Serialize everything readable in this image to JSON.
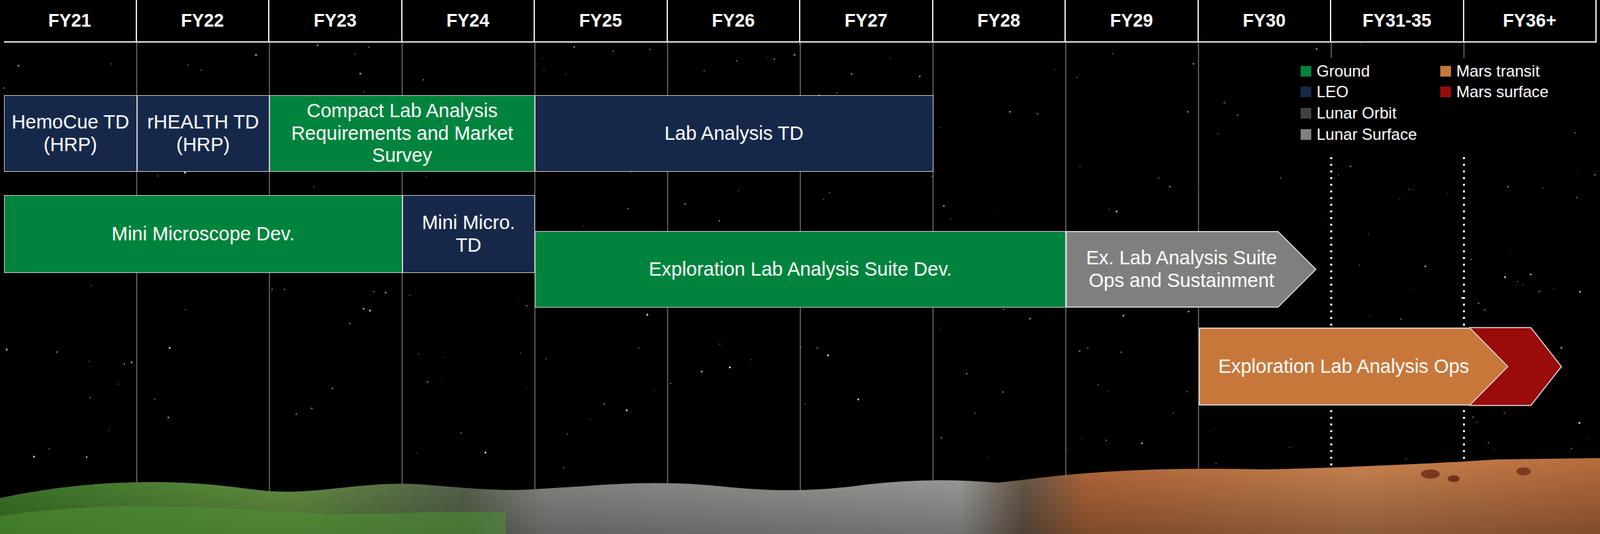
{
  "diagram": {
    "nodes": [
      {
        "text": [
          "HemoCue TD (HRP)"
        ]
      },
      {
        "text": [
          "rHEALTH TD (HRP)"
        ]
      },
      {
        "text": [
          "Compact Lab Analysis Requirements and Market Survey"
        ]
      },
      {
        "text": [
          "Lab Analysis TD"
        ]
      },
      {
        "text": [
          "Mini Microscope Dev."
        ]
      },
      {
        "text": [
          "Mini Micro. TD"
        ]
      },
      {
        "text": [
          "Exploration Lab Analysis Suite Dev."
        ]
      },
      {
        "text": [
          "Ex. Lab Analysis Suite Ops and Sustainment"
        ]
      },
      {
        "text": [
          "Exploration Lab Analysis Ops"
        ]
      }
    ],
    "labels": [
      "FY21",
      "FY22",
      "FY23",
      "FY24",
      "FY25",
      "FY26",
      "FY27",
      "FY28",
      "FY29",
      "FY30",
      "FY31-35",
      "FY36+"
    ],
    "legend": [
      {
        "text": "Ground",
        "color": "#00843d"
      },
      {
        "text": "LEO",
        "color": "#16284a"
      },
      {
        "text": "Lunar Orbit",
        "color": "#404040"
      },
      {
        "text": "Lunar Surface",
        "color": "#808080"
      },
      {
        "text": "Mars transit",
        "color": "#c8773b"
      },
      {
        "text": "Mars surface",
        "color": "#9a0b0b"
      }
    ]
  }
}
